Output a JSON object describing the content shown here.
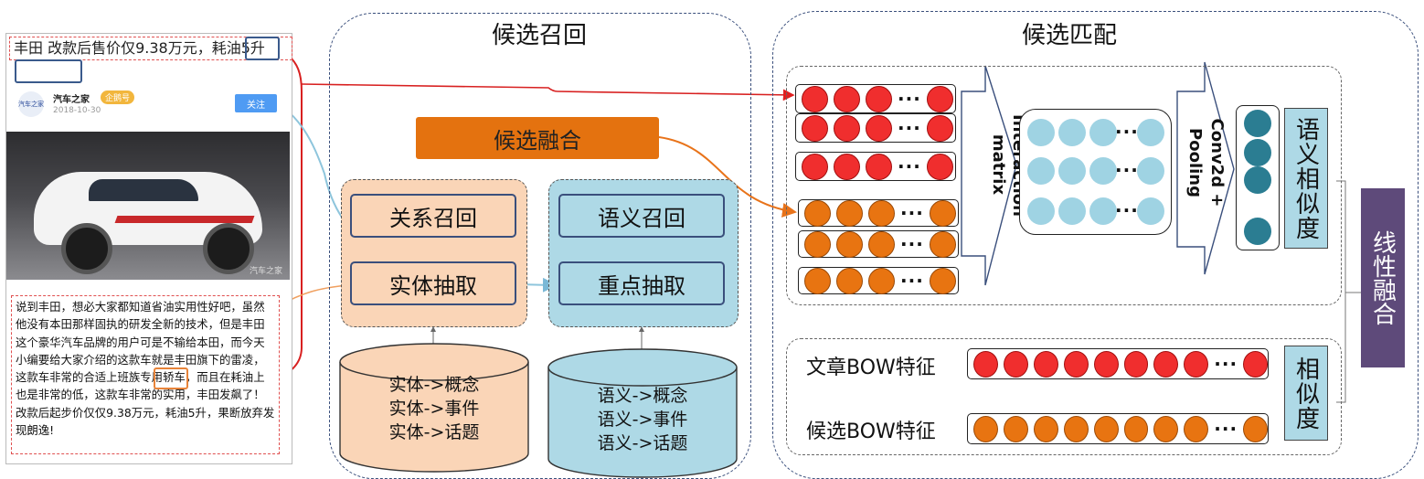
{
  "article": {
    "title": "丰田 改款后售价仅9.38万元，耗油5升",
    "author": "汽车之家",
    "author_logo": "汽车之家",
    "badge": "企鹅号",
    "date": "2018-10-30",
    "follow": "关注",
    "photo_watermark": "汽车之家",
    "body": "说到丰田，想必大家都知道省油实用性好吧，虽然他没有本田那样固执的研发全新的技术，但是丰田这个豪华汽车品牌的用户可是不输给本田，而今天小编要给大家介绍的这款车就是丰田旗下的雷凌，这款车非常的合适上班族专用轿车，而且在耗油上也是非常的低，这款车非常的实用，丰田发飙了！改款后起步价仅仅9.38万元，耗油5升，果断放弃发现朗逸!"
  },
  "recall": {
    "title": "候选召回",
    "fusion": "候选融合",
    "relation_recall": "关系召回",
    "entity_extract": "实体抽取",
    "semantic_recall": "语义召回",
    "key_extract": "重点抽取",
    "entity_db": [
      "实体->概念",
      "实体->事件",
      "实体->话题"
    ],
    "semantic_db": [
      "语义->概念",
      "语义->事件",
      "语义->话题"
    ]
  },
  "match": {
    "title": "候选匹配",
    "interaction": "Interaction matrix",
    "conv": "Conv2d + Pooling",
    "semantic_similarity": "语义相似度",
    "similarity": "相似度",
    "linear_fusion": "线性融合",
    "bow_article": "文章BOW特征",
    "bow_candidate": "候选BOW特征",
    "ellipsis": "···"
  },
  "colors": {
    "fusion": "#e4720f",
    "entity": "#fad5b7",
    "semantic": "#aed9e6",
    "linear_fusion": "#5e4a7a",
    "red_dot": "#f02e2e",
    "orange_dot": "#e87411"
  }
}
